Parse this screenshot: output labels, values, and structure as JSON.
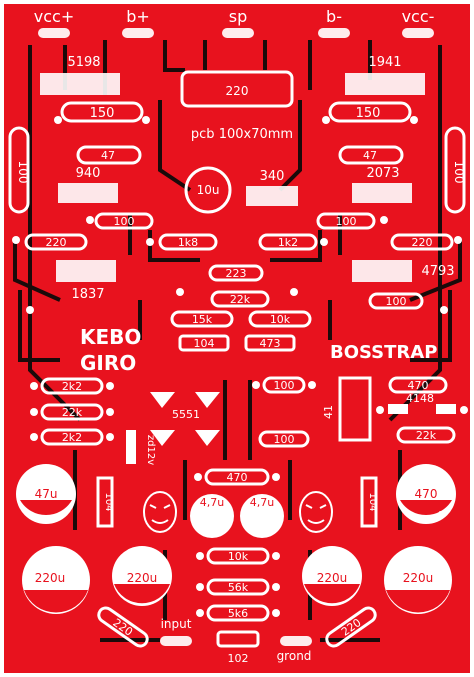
{
  "connectors": {
    "vcc_plus": "vcc+",
    "b_plus": "b+",
    "sp": "sp",
    "b_minus": "b-",
    "vcc_minus": "vcc-",
    "input": "input",
    "grond": "grond"
  },
  "title": {
    "pcb_size": "pcb 100x70mm",
    "kebo": "KEBO",
    "giro": "GIRO",
    "bosstrap": "BOSSTRAP"
  },
  "transistors": {
    "t5198": "5198",
    "t1941": "1941",
    "t940": "940",
    "t2073": "2073",
    "t340": "340",
    "t1837": "1837",
    "t4793": "4793",
    "t5551": "5551"
  },
  "resistors": {
    "r220_top": "220",
    "r150_left": "150",
    "r150_right": "150",
    "r47_left": "47",
    "r47_right": "47",
    "r100_left_vertical": "100",
    "r100_right_vertical": "100",
    "r100_left": "100",
    "r100_right": "100",
    "r220_left": "220",
    "r220_right": "220",
    "r1k8": "1k8",
    "r1k2": "1k2",
    "r223": "223",
    "r22k_center": "22k",
    "r15k": "15k",
    "r10k_center": "10k",
    "r104_center": "104",
    "r473": "473",
    "r100_right_lower": "100",
    "r2k2_left": "2k2",
    "r22k_left": "22k",
    "r2k2_left_b": "2k2",
    "r100_mid_upper": "100",
    "r100_mid_lower": "100",
    "r470_right": "470",
    "r22k_right": "22k",
    "r470_center": "470",
    "r10k_bottom": "10k",
    "r56k": "56k",
    "r5k6": "5k6",
    "r220_bottom_left": "220",
    "r220_bottom_right": "220",
    "r41": "41",
    "d4148": "4148",
    "zd12v": "zd12v",
    "c104_left": "104",
    "c104_right": "104",
    "c102": "102"
  },
  "capacitors": {
    "c10u": "10u",
    "c47u_left": "47u",
    "c47u_right": "470",
    "c4u7_left": "4,7u",
    "c4u7_right": "4,7u",
    "c220u_1": "220u",
    "c220u_2": "220u",
    "c220u_3": "220u",
    "c220u_4": "220u",
    "plus": "+"
  },
  "colors": {
    "board": "#e8121e",
    "trace": "#ff2a2a",
    "copper_dark": "#1a0a0a",
    "silk": "#ffffff"
  }
}
